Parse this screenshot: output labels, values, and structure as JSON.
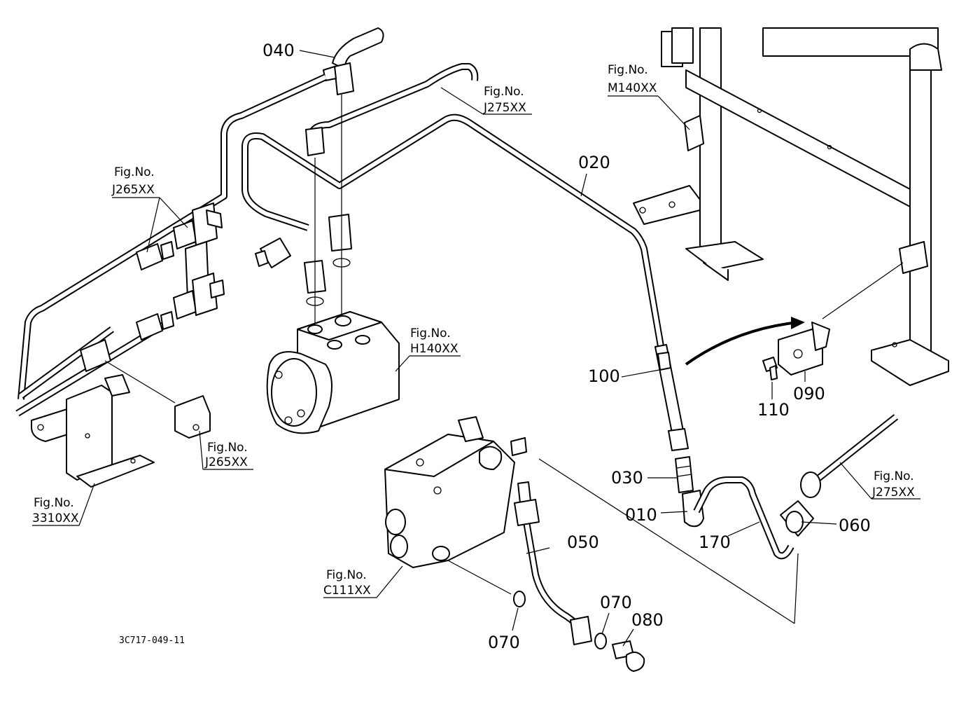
{
  "drawing_code": "3C717-049-11",
  "part_labels": {
    "p010": "010",
    "p020": "020",
    "p030": "030",
    "p040": "040",
    "p050": "050",
    "p060": "060",
    "p070a": "070",
    "p070b": "070",
    "p080": "080",
    "p090": "090",
    "p100": "100",
    "p110": "110",
    "p170": "170"
  },
  "figure_refs": {
    "j275_top": {
      "line1": "Fig.No.",
      "line2": "J275XX"
    },
    "m140": {
      "line1": "Fig.No.",
      "line2": "M140XX"
    },
    "j265_top": {
      "line1": "Fig.No.",
      "line2": "J265XX"
    },
    "h140": {
      "line1": "Fig.No.",
      "line2": "H140XX"
    },
    "j265_bottom": {
      "line1": "Fig.No.",
      "line2": "J265XX"
    },
    "s3310": {
      "line1": "Fig.No.",
      "line2": "3310XX"
    },
    "c111": {
      "line1": "Fig.No.",
      "line2": "C111XX"
    },
    "j275_right": {
      "line1": "Fig.No.",
      "line2": "J275XX"
    }
  }
}
